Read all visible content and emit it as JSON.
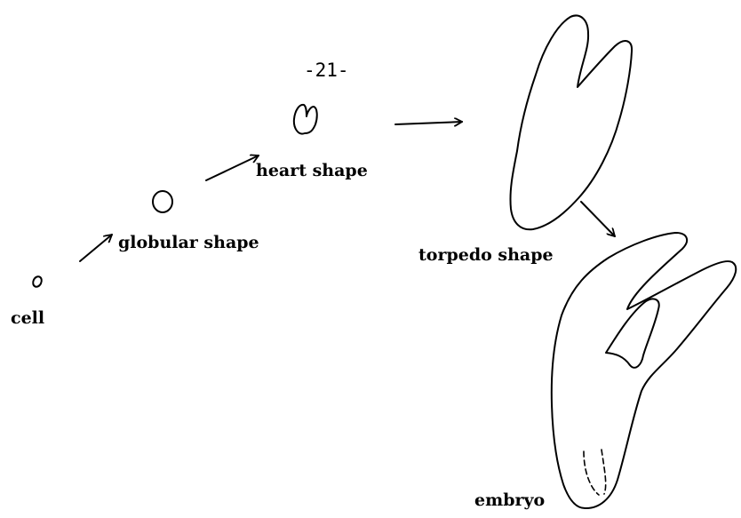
{
  "page_number": "-21-",
  "stages": [
    {
      "id": "cell",
      "label": "cell"
    },
    {
      "id": "globular",
      "label": "globular shape"
    },
    {
      "id": "heart",
      "label": "heart shape"
    },
    {
      "id": "torpedo",
      "label": "torpedo shape"
    },
    {
      "id": "embryo",
      "label": "embryo"
    }
  ]
}
